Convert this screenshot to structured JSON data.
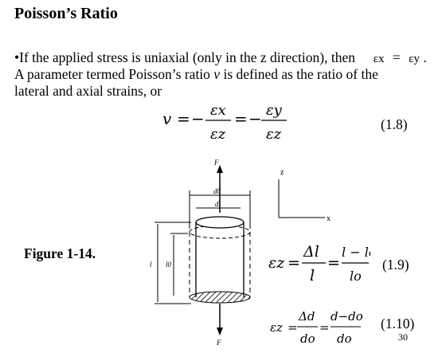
{
  "title": "Poisson’s Ratio",
  "paragraph": {
    "line1_a": "•If the applied stress is uniaxial (only in the z direction), then",
    "cond_lhs": "εx",
    "cond_eq": "=",
    "cond_rhs": "εy",
    "cond_end": ".",
    "line2_a": "A parameter termed  Poisson’s ratio",
    "nu": "v",
    "line2_b": "is defined as the ratio of the",
    "line3": "lateral and axial strains, or"
  },
  "eq_1_8": {
    "lhs": "v",
    "eq1": "=",
    "minus1": "−",
    "num1": "εx",
    "den1": "εz",
    "eq2": "=",
    "minus2": "−",
    "num2": "εy",
    "den2": "εz",
    "number": "(1.8)"
  },
  "figure": {
    "label": "Figure 1-14.",
    "force_top": "F",
    "force_bottom": "F",
    "d0": "d0",
    "di": "di",
    "l": "l",
    "l0": "l0",
    "axis_z": "z",
    "axis_x": "x"
  },
  "eq_1_9": {
    "lhs": "εz",
    "eq1": "=",
    "num1": "Δl",
    "den1": "l",
    "eq2": "=",
    "num2": "l − lo",
    "den2": "lo",
    "number": "(1.9)"
  },
  "eq_1_10": {
    "lhs": "εz",
    "eq1": "=",
    "num1": "Δd",
    "den1": "do",
    "eq2": "=",
    "num2": "d−do",
    "den2": "do",
    "number": "(1.10)"
  },
  "page_number": "30"
}
